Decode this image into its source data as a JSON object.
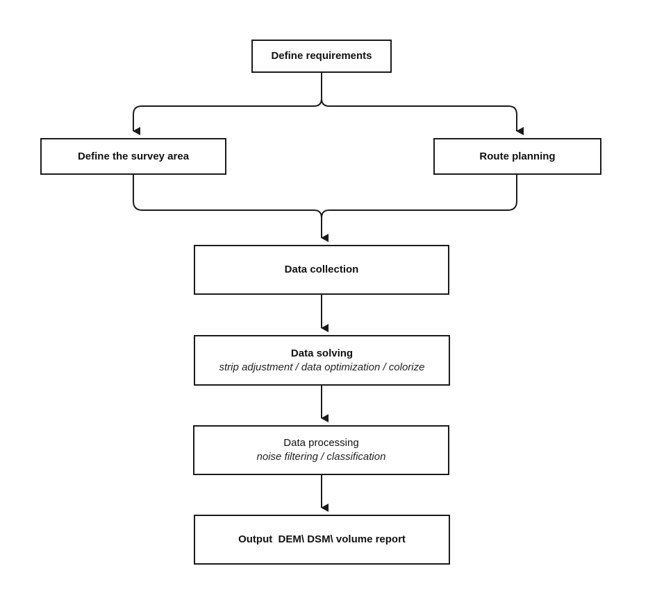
{
  "nodes": {
    "requirements": {
      "title": "Define requirements",
      "subtitle": ""
    },
    "survey_area": {
      "title": "Define the survey area",
      "subtitle": ""
    },
    "route": {
      "title": "Route planning",
      "subtitle": ""
    },
    "collection": {
      "title": "Data collection",
      "subtitle": ""
    },
    "solving": {
      "title": "Data solving",
      "subtitle": "strip adjustment / data optimization / colorize"
    },
    "processing": {
      "title": "Data processing",
      "subtitle": "noise filtering / classification"
    },
    "output": {
      "title": "Output  DEM\\ DSM\\ volume report",
      "subtitle": ""
    }
  },
  "edges": [
    {
      "from": "Define requirements",
      "to": "Define the survey area"
    },
    {
      "from": "Define requirements",
      "to": "Route planning"
    },
    {
      "from": "Define the survey area",
      "to": "Data collection"
    },
    {
      "from": "Route planning",
      "to": "Data collection"
    },
    {
      "from": "Data collection",
      "to": "Data solving"
    },
    {
      "from": "Data solving",
      "to": "Data processing"
    },
    {
      "from": "Data processing",
      "to": "Output  DEM\\ DSM\\ volume report"
    }
  ],
  "colors": {
    "line": "#1a1a1a",
    "background": "#ffffff"
  }
}
